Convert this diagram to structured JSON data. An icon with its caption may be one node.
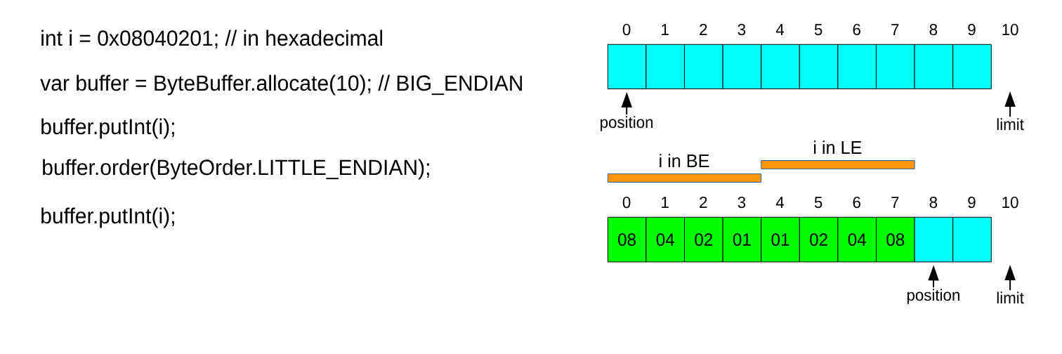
{
  "diagram": {
    "nodes": [
      {
        "text": [],
        "shape": "box"
      },
      {
        "text": [],
        "shape": "box"
      },
      {
        "text": [],
        "shape": "box"
      },
      {
        "text": [],
        "shape": "box"
      },
      {
        "text": [],
        "shape": "box"
      },
      {
        "text": [],
        "shape": "box"
      },
      {
        "text": [],
        "shape": "box"
      },
      {
        "text": [],
        "shape": "box"
      },
      {
        "text": [],
        "shape": "box"
      },
      {
        "text": [],
        "shape": "box"
      },
      {
        "text": [
          "position"
        ]
      },
      {
        "text": [
          "limit"
        ]
      },
      {
        "text": [
          "i in BE"
        ]
      },
      {
        "text": [
          "i in LE"
        ]
      },
      {
        "text": [
          "08"
        ]
      },
      {
        "text": [
          "04"
        ]
      },
      {
        "text": [
          "02"
        ]
      },
      {
        "text": [
          "01"
        ]
      },
      {
        "text": [
          "01"
        ]
      },
      {
        "text": [
          "02"
        ]
      },
      {
        "text": [
          "04"
        ]
      },
      {
        "text": [
          "08"
        ]
      },
      {
        "text": [],
        "shape": "box"
      },
      {
        "text": [],
        "shape": "box"
      },
      {
        "text": [
          "position"
        ]
      },
      {
        "text": [
          "limit"
        ]
      }
    ],
    "edges": [
      {
        "from": 10,
        "to": 0,
        "arrow": "to"
      },
      {
        "from": 11,
        "to": null,
        "arrow": "to"
      },
      {
        "from": 24,
        "to": 22,
        "arrow": "to"
      },
      {
        "from": 25,
        "to": null,
        "arrow": "to"
      }
    ],
    "labels": [
      "int i = 0x08040201; // in hexadecimal",
      "var buffer = ByteBuffer.allocate(10); // BIG_ENDIAN",
      "buffer.putInt(i);",
      "buffer.order(ByteOrder.LITTLE_ENDIAN);",
      "buffer.putInt(i);",
      "0",
      "1",
      "2",
      "3",
      "4",
      "5",
      "6",
      "7",
      "8",
      "9",
      "10",
      "0",
      "1",
      "2",
      "3",
      "4",
      "5",
      "6",
      "7",
      "8",
      "9",
      "10"
    ]
  }
}
